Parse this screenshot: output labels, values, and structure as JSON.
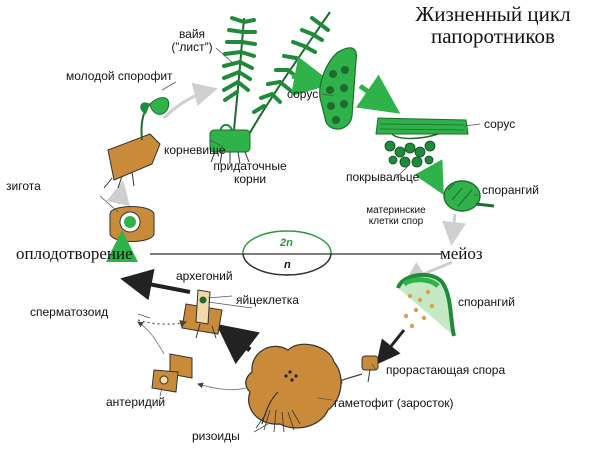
{
  "title_line1": "Жизненный цикл",
  "title_line2": "папоротников",
  "phase_fertilization": "оплодотворение",
  "phase_meiosis": "мейоз",
  "ploidy_diploid": "2n",
  "ploidy_haploid": "n",
  "labels": {
    "frond": "вайя",
    "frond_leaf": "(”лист”)",
    "young_sporophyte": "молодой спорофит",
    "sorus_small": "сорус",
    "sorus": "сорус",
    "rhizome": "корневище",
    "adventitious_roots_1": "придаточные",
    "adventitious_roots_2": "корни",
    "indusium": "покрывальце",
    "sporangium_top": "спорангий",
    "spore_mother_1": "материнские",
    "spore_mother_2": "клетки спор",
    "zygote": "зигота",
    "archegonium": "архегоний",
    "egg": "яйцеклетка",
    "sperm": "сперматозоид",
    "sporangium_mid": "спорангий",
    "germinating_spore": "прорастающая спора",
    "antheridium": "антеридий",
    "gametophyte": "гаметофит (заросток)",
    "rhizoids": "ризоиды"
  },
  "colors": {
    "sporophyte_green": "#1f8a3a",
    "bright_green": "#2fb24a",
    "gametophyte_tan": "#c98a3a",
    "ploidy_green": "#2a9a3a",
    "outline": "#222222",
    "arrow_light": "#cfcfcf"
  }
}
